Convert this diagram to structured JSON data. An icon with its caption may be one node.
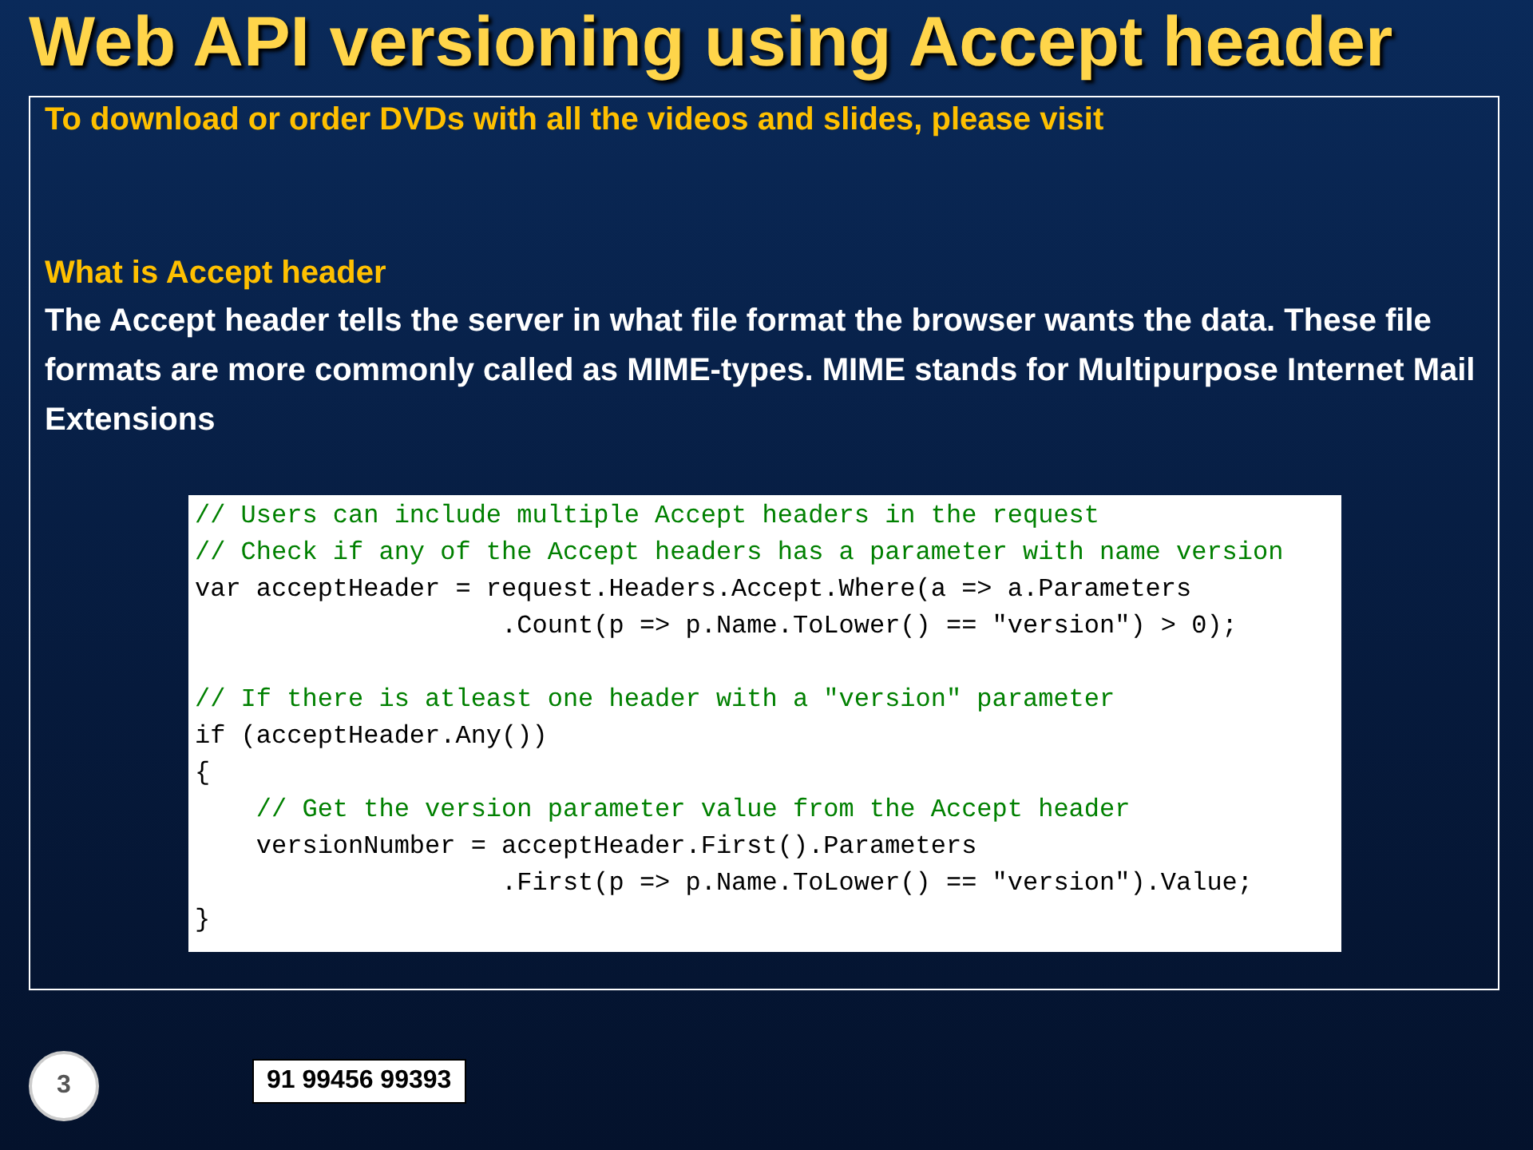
{
  "diagram": {
    "title": "Web API versioning using Accept header",
    "labels": [
      "To download or order DVDs with all the videos and slides, please visit",
      "What is Accept header",
      "The Accept header tells the server in what file format the browser wants the data. These file formats are more commonly called as MIME-types. MIME stands for Multipurpose Internet Mail Extensions",
      "// Users can include multiple Accept headers in the request",
      "// Check if any of the Accept headers has a parameter with name version",
      "var acceptHeader = request.Headers.Accept.Where(a => a.Parameters",
      ".Count(p => p.Name.ToLower() == \"version\") > 0);",
      "// If there is atleast one header with a \"version\" parameter",
      "if (acceptHeader.Any())",
      "{",
      "// Get the version parameter value from the Accept header",
      "versionNumber = acceptHeader.First().Parameters",
      ".First(p => p.Name.ToLower() == \"version\").Value;",
      "}",
      "3",
      "91 99456 99393"
    ]
  }
}
